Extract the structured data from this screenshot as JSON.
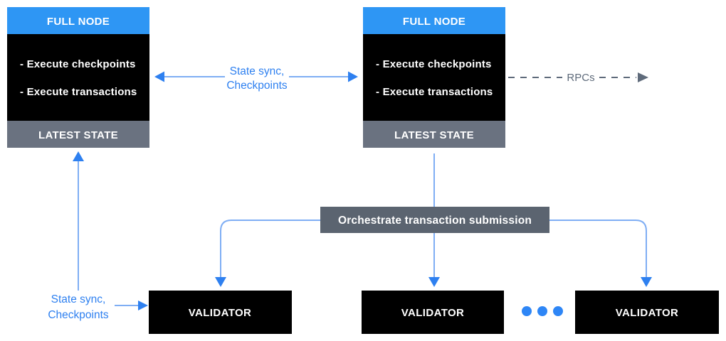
{
  "colors": {
    "header_blue": "#2E96F4",
    "box_black": "#000000",
    "footer_gray": "#6A7280",
    "orchestrate_gray": "#5B6470",
    "arrow_line_blue": "#7FAEF4",
    "arrow_accent_blue": "#2E80F0",
    "label_blue": "#2E80F0",
    "dots_blue": "#2E86F6",
    "rpc_gray": "#5F6B7B",
    "text_white": "#FFFFFF"
  },
  "full_node_left": {
    "header": "FULL NODE",
    "items": [
      "- Execute checkpoints",
      "- Execute transactions"
    ],
    "footer": "LATEST STATE"
  },
  "full_node_right": {
    "header": "FULL NODE",
    "items": [
      "- Execute checkpoints",
      "- Execute transactions"
    ],
    "footer": "LATEST STATE"
  },
  "labels": {
    "state_sync_top_line1": "State sync,",
    "state_sync_top_line2": "Checkpoints",
    "rpcs": "RPCs",
    "orchestrate": "Orchestrate transaction submission",
    "state_sync_bottom_line1": "State sync,",
    "state_sync_bottom_line2": "Checkpoints"
  },
  "validators": [
    {
      "label": "VALIDATOR"
    },
    {
      "label": "VALIDATOR"
    },
    {
      "label": "VALIDATOR"
    }
  ]
}
